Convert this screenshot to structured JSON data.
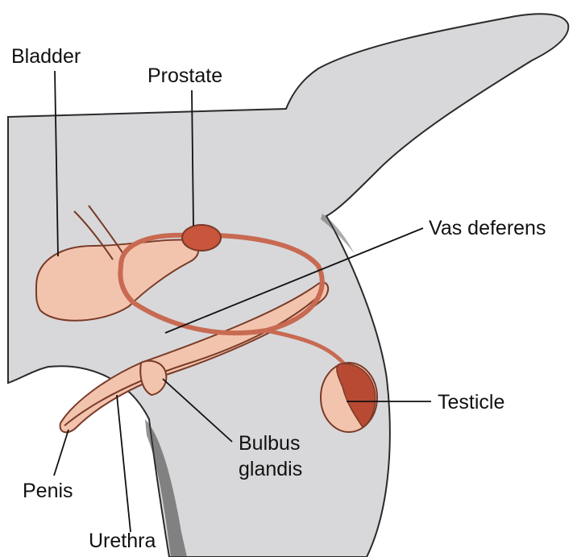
{
  "labels": {
    "bladder": "Bladder",
    "prostate": "Prostate",
    "vas_deferens": "Vas deferens",
    "testicle": "Testicle",
    "bulbus_line1": "Bulbus",
    "bulbus_line2": "glandis",
    "penis": "Penis",
    "urethra": "Urethra"
  },
  "colors": {
    "body": "#d8d8da",
    "body_outline": "#2a2a2a",
    "organ_fill": "#f2c4ad",
    "organ_outline": "#7a3a28",
    "duct": "#c86a52",
    "prostate": "#c8553c",
    "testicle_dark": "#b84a33",
    "leader": "#111111"
  }
}
